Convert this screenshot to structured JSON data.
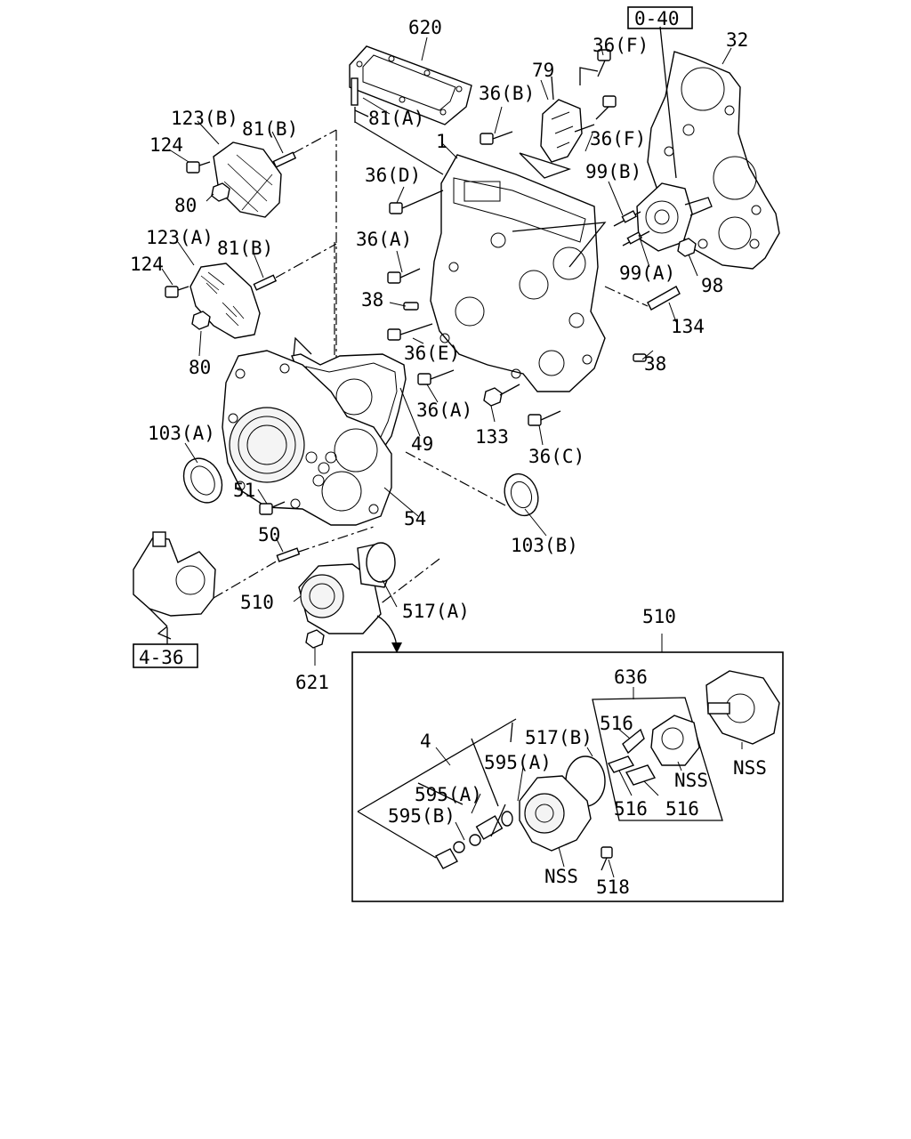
{
  "labels": {
    "ref_0_40": "0-40",
    "ref_4_36": "4-36",
    "p620": "620",
    "p32": "32",
    "p36F_top": "36(F)",
    "p79": "79",
    "p36B": "36(B)",
    "p36F_mid": "36(F)",
    "p81A": "81(A)",
    "p123B": "123(B)",
    "p81B_top": "81(B)",
    "p124_top": "124",
    "p80_top": "80",
    "p1": "1",
    "p36D": "36(D)",
    "p99B": "99(B)",
    "p123A": "123(A)",
    "p81B_mid": "81(B)",
    "p36A_top": "36(A)",
    "p124_mid": "124",
    "p99A": "99(A)",
    "p98": "98",
    "p38_left": "38",
    "p134": "134",
    "p36E": "36(E)",
    "p80_mid": "80",
    "p38_right": "38",
    "p36A_mid": "36(A)",
    "p133": "133",
    "p103A": "103(A)",
    "p49": "49",
    "p36C": "36(C)",
    "p51": "51",
    "p54": "54",
    "p50": "50",
    "p103B": "103(B)",
    "p510_main": "510",
    "p517A": "517(A)",
    "p621": "621",
    "p510_detail": "510",
    "p636": "636",
    "p516_top": "516",
    "p517B": "517(B)",
    "p4": "4",
    "p595A_top": "595(A)",
    "p595A_mid": "595(A)",
    "p595B": "595(B)",
    "pNSS_right": "NSS",
    "pNSS_mid": "NSS",
    "p516_bl": "516",
    "p516_br": "516",
    "pNSS_bottom": "NSS",
    "p518": "518"
  }
}
